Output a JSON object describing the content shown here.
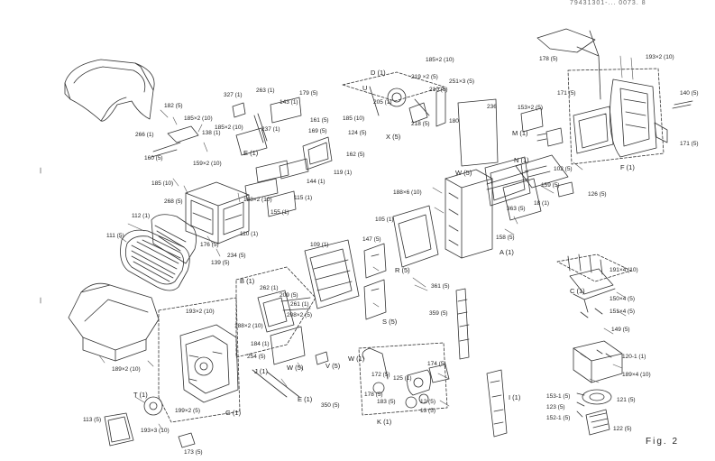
{
  "header_code": "79431301-... 0073. 8",
  "figure_label": "Fig. 2",
  "groups": {
    "A": "A (1)",
    "B": "B (1)",
    "C": "C (1)",
    "D": "D (1)",
    "E": "E (1)",
    "E2": "E (1)",
    "F": "F (1)",
    "G": "G (1)",
    "I": "I (1)",
    "J": "J (1)",
    "K": "K (1)",
    "M": "M (1)",
    "N": "N (1)",
    "R": "R (5)",
    "S": "S (5)",
    "T": "T (1)",
    "U": "U",
    "V": "V (5)",
    "W": "W (5)",
    "W2": "W (5)",
    "W3": "W (1)",
    "X": "X (5)"
  },
  "parts": [
    "178 (5)",
    "193×2 (10)",
    "140 (5)",
    "171 (5)",
    "171 (5)",
    "102 (5)",
    "126 (5)",
    "159 (5)",
    "153×2 (5)",
    "185×2 (10)",
    "219 ×2 (5)",
    "210 (5)",
    "251×3 (5)",
    "205 (1)",
    "218 (5)",
    "236",
    "180",
    "327 (1)",
    "263 (1)",
    "143 (1)",
    "179 (5)",
    "161 (5)",
    "169 (5)",
    "185 (10)",
    "124 (5)",
    "162 (5)",
    "182 (5)",
    "185×2 (10)",
    "138 (1)",
    "266 (1)",
    "237 (1)",
    "185×2 (10)",
    "160 (5)",
    "159×2 (10)",
    "144 (1)",
    "119 (1)",
    "115 (1)",
    "185 (10)",
    "268 (5)",
    "188×2 (10)",
    "155 (1)",
    "110 (1)",
    "112 (1)",
    "111 (5)",
    "176 (5)",
    "139 (5)",
    "234 (5)",
    "109 (1)",
    "105 (1)",
    "188×6 (10)",
    "363 (5)",
    "18 (1)",
    "158 (5)",
    "147 (5)",
    "361 (5)",
    "262 (1)",
    "209 (5)",
    "261 (1)",
    "208×2 (5)",
    "188×2 (10)",
    "184 (1)",
    "254 (5)",
    "193×2 (10)",
    "189×2 (10)",
    "350 (5)",
    "359 (5)",
    "172 (5)",
    "125 (1)",
    "174 (5)",
    "178 (5)",
    "183 (5)",
    "12 (5)",
    "13 (5)",
    "113 (5)",
    "193×3 (10)",
    "199×2 (5)",
    "173 (5)",
    "191×4 (10)",
    "150×4 (5)",
    "151×4 (5)",
    "149 (5)",
    "120-1 (1)",
    "189×4 (10)",
    "153-1 (5)",
    "123 (5)",
    "152-1 (5)",
    "121 (5)",
    "122 (5)"
  ]
}
